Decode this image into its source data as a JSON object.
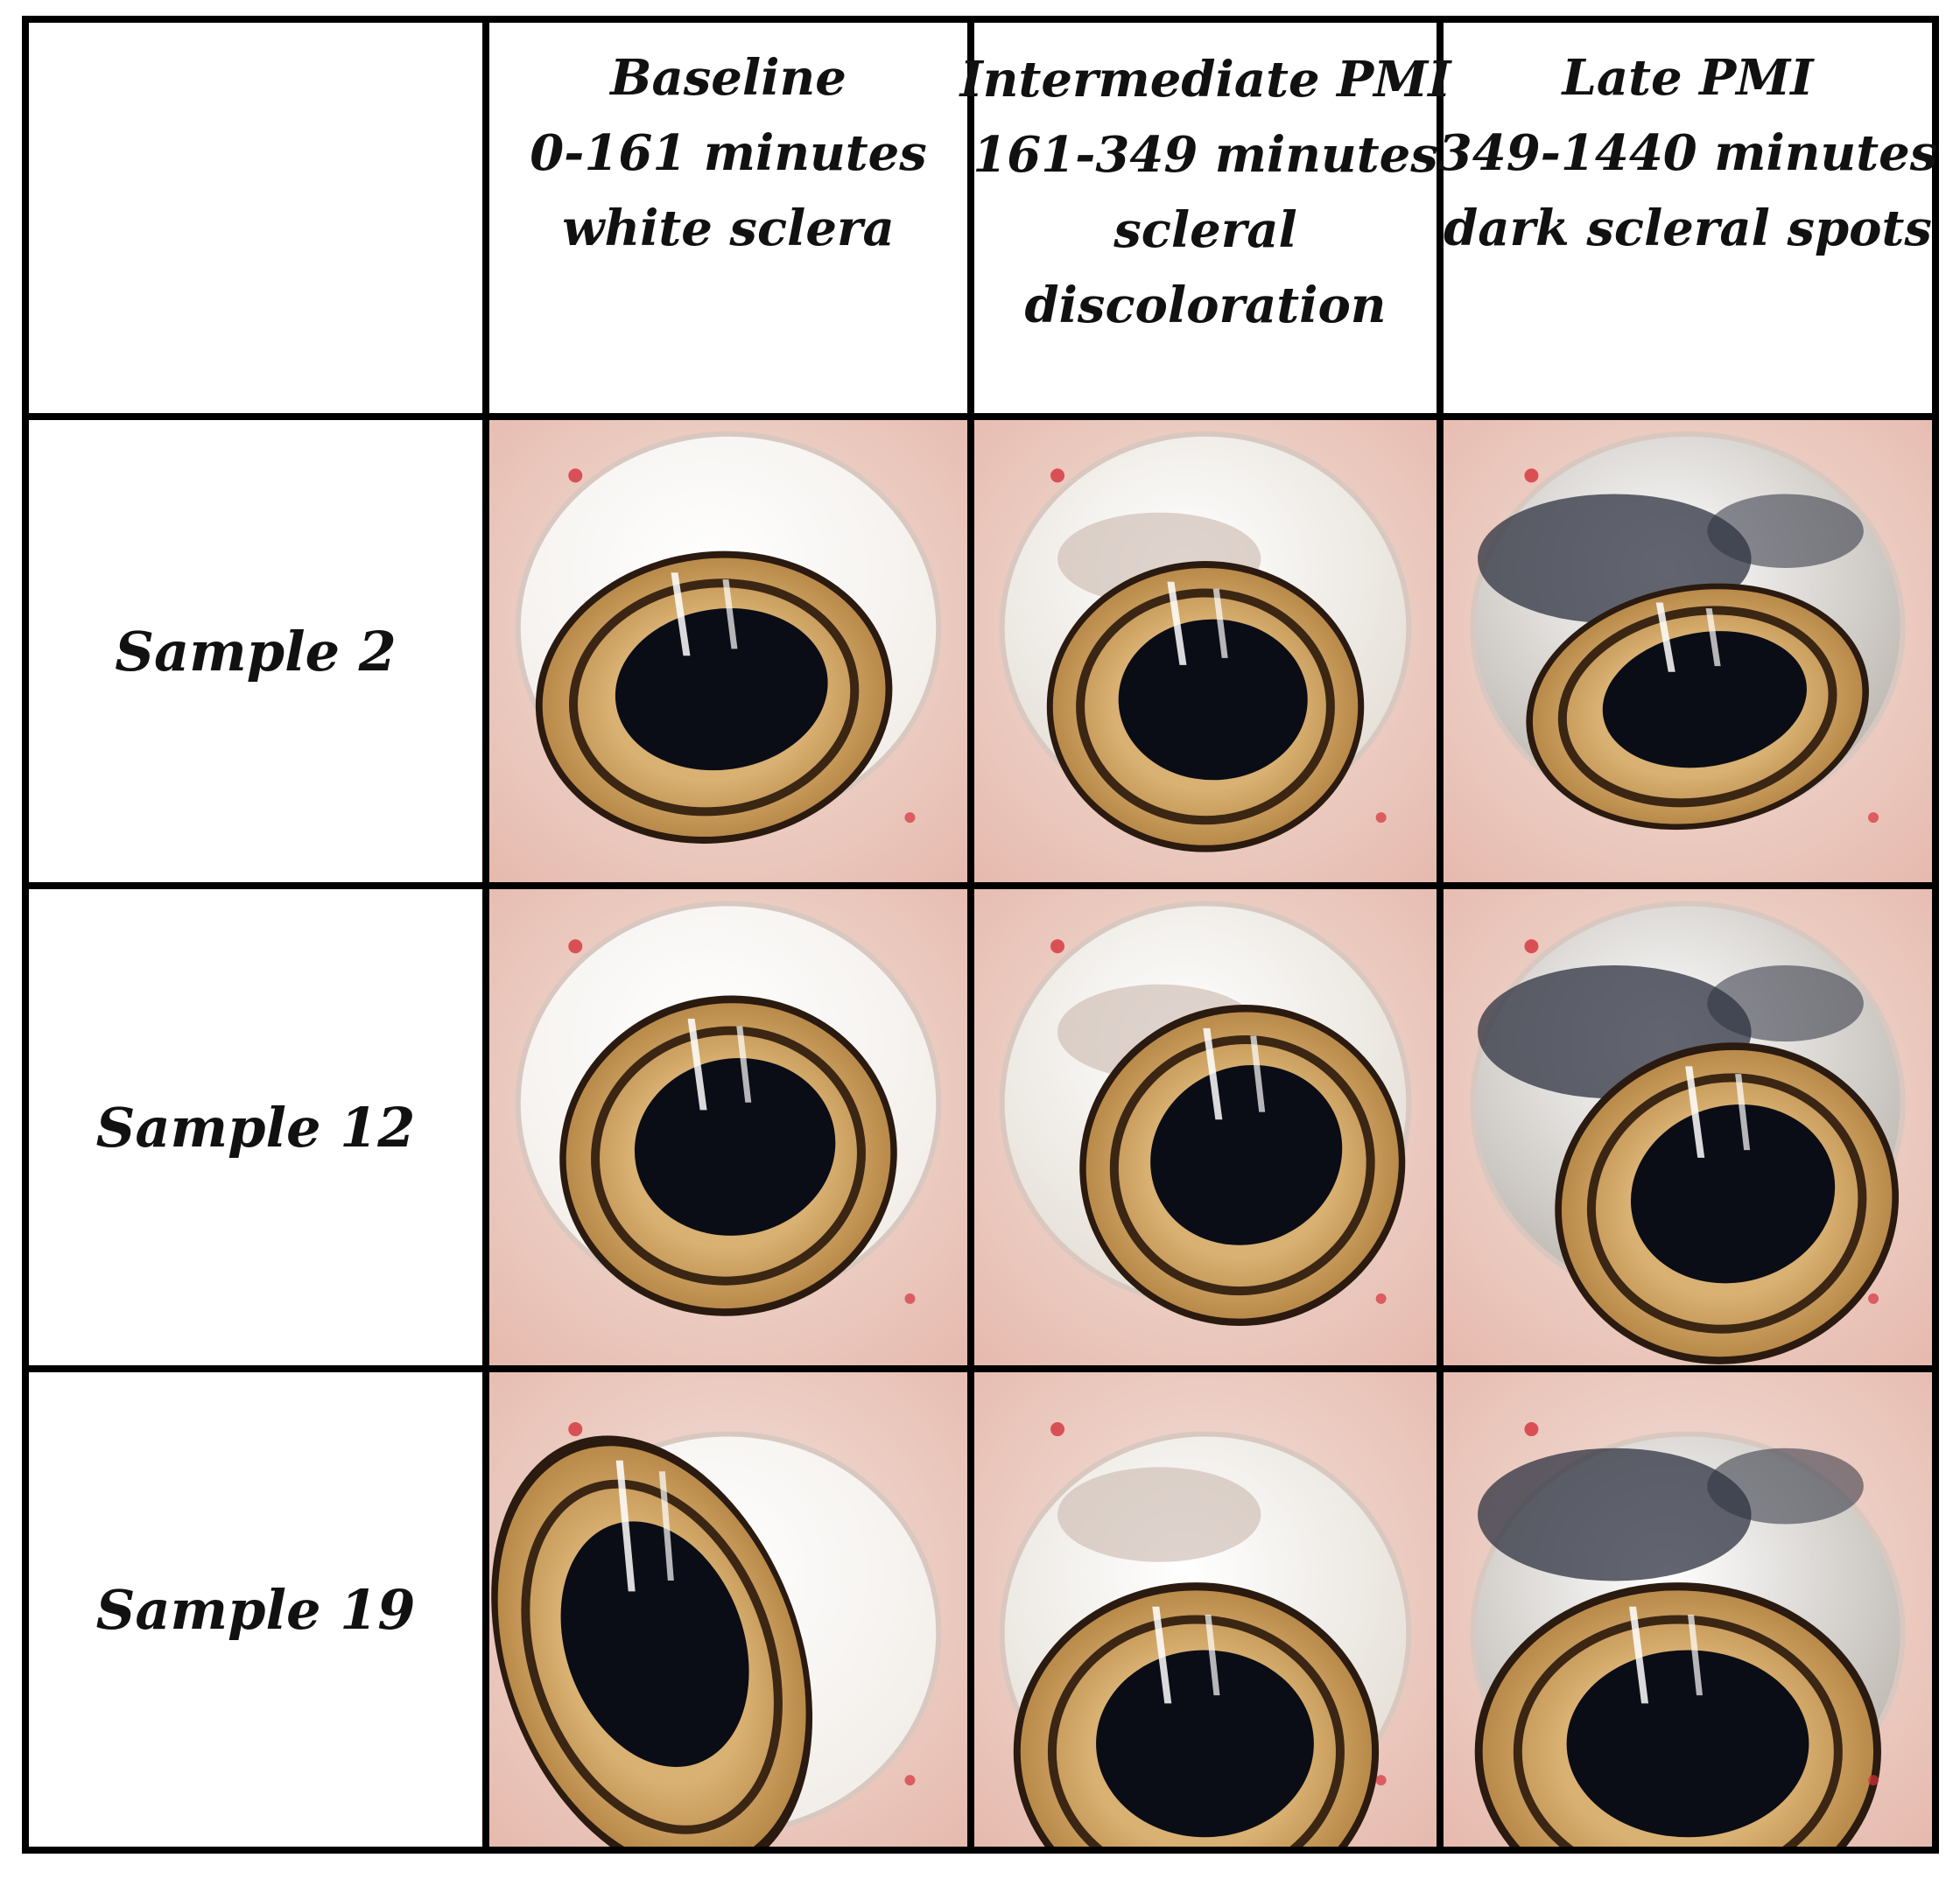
{
  "table": {
    "columns": [
      {
        "lines": [
          "Baseline",
          "0-161 minutes",
          "white sclera"
        ]
      },
      {
        "lines": [
          "Intermediate PMI",
          "161-349 minutes",
          "scleral",
          "discoloration"
        ]
      },
      {
        "lines": [
          "Late PMI",
          "349-1440 minutes",
          "dark scleral spots"
        ]
      }
    ],
    "rows": [
      {
        "label": "Sample 2"
      },
      {
        "label": "Sample 12"
      },
      {
        "label": "Sample 19"
      }
    ]
  },
  "colors": {
    "border": "#000000",
    "sclera_white": "#f1ece7",
    "tissue_pink": "#e6b9ad",
    "iris_brown": "#b98a4a",
    "pupil": "#0b0d16",
    "dark_spot": "#2e3240"
  }
}
